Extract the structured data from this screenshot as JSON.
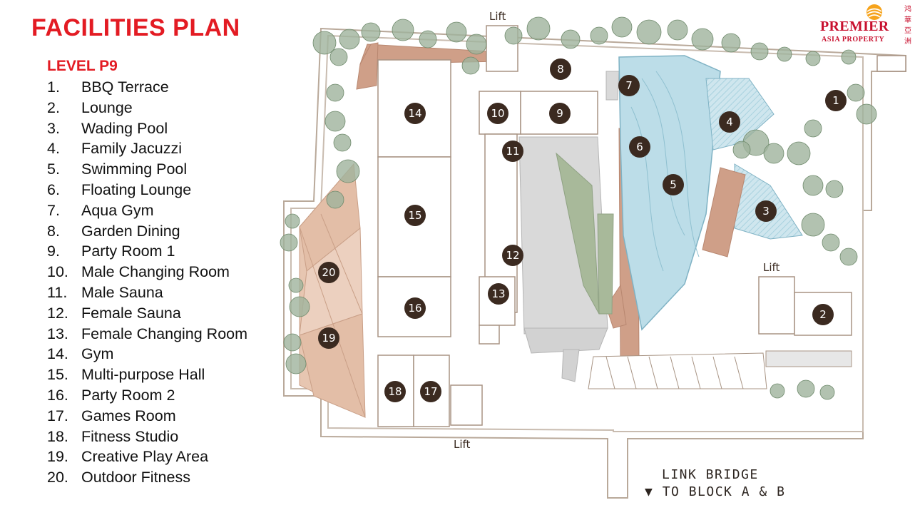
{
  "header": {
    "title": "FACILITIES PLAN",
    "level": "LEVEL P9"
  },
  "legend": [
    {
      "num": "1.",
      "label": "BBQ Terrace"
    },
    {
      "num": "2.",
      "label": "Lounge"
    },
    {
      "num": "3.",
      "label": "Wading Pool"
    },
    {
      "num": "4.",
      "label": "Family Jacuzzi"
    },
    {
      "num": "5.",
      "label": "Swimming Pool"
    },
    {
      "num": "6.",
      "label": "Floating Lounge"
    },
    {
      "num": "7.",
      "label": "Aqua Gym"
    },
    {
      "num": "8.",
      "label": "Garden Dining"
    },
    {
      "num": "9.",
      "label": "Party Room 1"
    },
    {
      "num": "10.",
      "label": "Male Changing Room"
    },
    {
      "num": "11.",
      "label": "Male Sauna"
    },
    {
      "num": "12.",
      "label": "Female Sauna"
    },
    {
      "num": "13.",
      "label": "Female Changing Room"
    },
    {
      "num": "14.",
      "label": "Gym"
    },
    {
      "num": "15.",
      "label": "Multi-purpose Hall"
    },
    {
      "num": "16.",
      "label": "Party Room 2"
    },
    {
      "num": "17.",
      "label": "Games Room"
    },
    {
      "num": "18.",
      "label": "Fitness Studio"
    },
    {
      "num": "19.",
      "label": "Creative Play Area"
    },
    {
      "num": "20.",
      "label": "Outdoor Fitness"
    }
  ],
  "map": {
    "markers": [
      "1",
      "2",
      "3",
      "4",
      "5",
      "6",
      "7",
      "8",
      "9",
      "10",
      "11",
      "12",
      "13",
      "14",
      "15",
      "16",
      "17",
      "18",
      "19",
      "20"
    ],
    "lift_label": "Lift",
    "link_bridge_line1": "LINK BRIDGE",
    "link_bridge_line2": "TO BLOCK A & B",
    "arrow_glyph": "▼"
  },
  "brand": {
    "name": "PREMIER",
    "sub": "ASIA PROPERTY",
    "chinese": "鸿 華 亞 洲"
  },
  "colors": {
    "title_red": "#e31b23",
    "marker": "#3b2a20",
    "walkway_tan": "#c89a84",
    "pool_blue": "#b9dce6",
    "lawn_green": "#a9b99a",
    "building_outline": "#a89484",
    "tree_green": "#9fb39c"
  }
}
